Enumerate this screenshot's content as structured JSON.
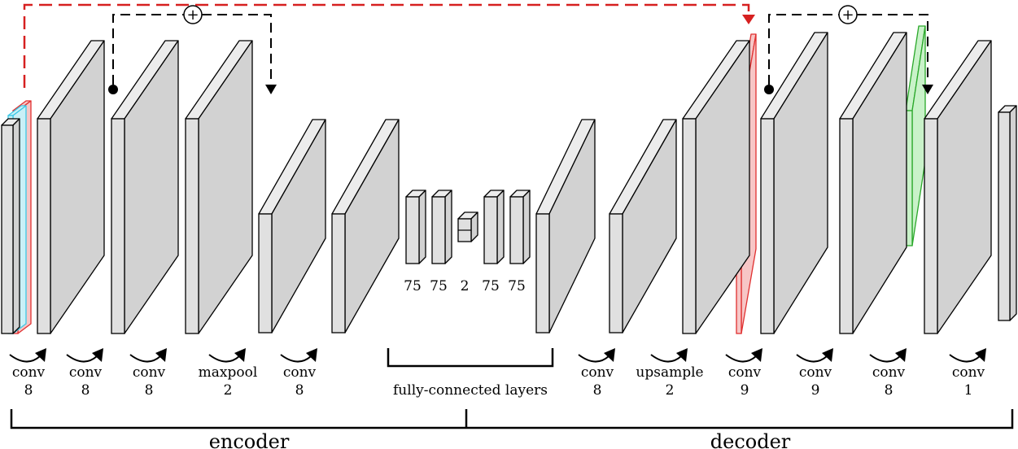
{
  "diagram": {
    "ops": [
      {
        "name": "conv",
        "value": "8"
      },
      {
        "name": "conv",
        "value": "8"
      },
      {
        "name": "conv",
        "value": "8"
      },
      {
        "name": "maxpool",
        "value": "2"
      },
      {
        "name": "conv",
        "value": "8"
      },
      {
        "name": "conv",
        "value": "8"
      },
      {
        "name": "upsample",
        "value": "2"
      },
      {
        "name": "conv",
        "value": "9"
      },
      {
        "name": "conv",
        "value": "9"
      },
      {
        "name": "conv",
        "value": "8"
      },
      {
        "name": "conv",
        "value": "1"
      }
    ],
    "fc_sizes": [
      "75",
      "75",
      "2",
      "75",
      "75"
    ],
    "fc_label": "fully-connected layers",
    "encoder_label": "encoder",
    "decoder_label": "decoder",
    "skip_symbol": "+",
    "colors": {
      "layer_fill": "#e0e0e0",
      "layer_top": "#ececec",
      "layer_side": "#d2d2d2",
      "stroke": "#000000",
      "red_dash": "#d62020",
      "red_slab": "#f7c6c6",
      "red_stroke": "#e03030",
      "cyan_slab": "#c9f0f7",
      "cyan_stroke": "#3cc8e6",
      "green_slab": "#c9f2c9",
      "green_stroke": "#2aa82a"
    }
  }
}
